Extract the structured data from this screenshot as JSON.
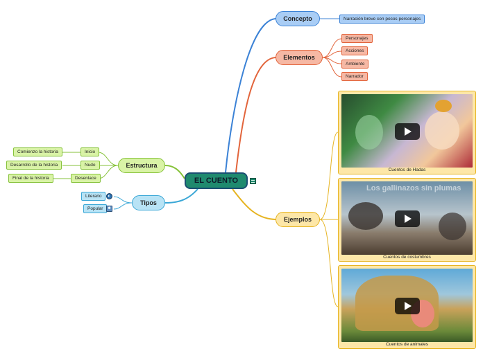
{
  "root": {
    "label": "EL CUENTO",
    "note_icon": "note-icon"
  },
  "concepto": {
    "label": "Concepto",
    "leaf": "Narración breve con pocos personajes",
    "color": "#3b82d6"
  },
  "elementos": {
    "label": "Elementos",
    "items": [
      "Personajes",
      "Acciones",
      "Ambiente",
      "Narrador"
    ],
    "color": "#e2643b"
  },
  "estructura": {
    "label": "Estructura",
    "parts": [
      {
        "label": "Inicio",
        "detail": "Comienzo la historia"
      },
      {
        "label": "Nudo",
        "detail": "Desarrollo de la historia"
      },
      {
        "label": "Desenlace",
        "detail": "Final de la historia"
      }
    ],
    "color": "#86c23a"
  },
  "tipos": {
    "label": "Tipos",
    "items": [
      {
        "label": "Literario",
        "icon": "globe-icon"
      },
      {
        "label": "Popular",
        "icon": "people-icon"
      }
    ],
    "color": "#3aa7d6"
  },
  "ejemplos": {
    "label": "Ejemplos",
    "videos": [
      {
        "caption": "Cuentos de Hadas",
        "title": ""
      },
      {
        "caption": "Cuentos de costumbres",
        "title": "Los gallinazos sin plumas"
      },
      {
        "caption": "Cuentos de animales",
        "title": ""
      }
    ],
    "color": "#e6b422"
  }
}
